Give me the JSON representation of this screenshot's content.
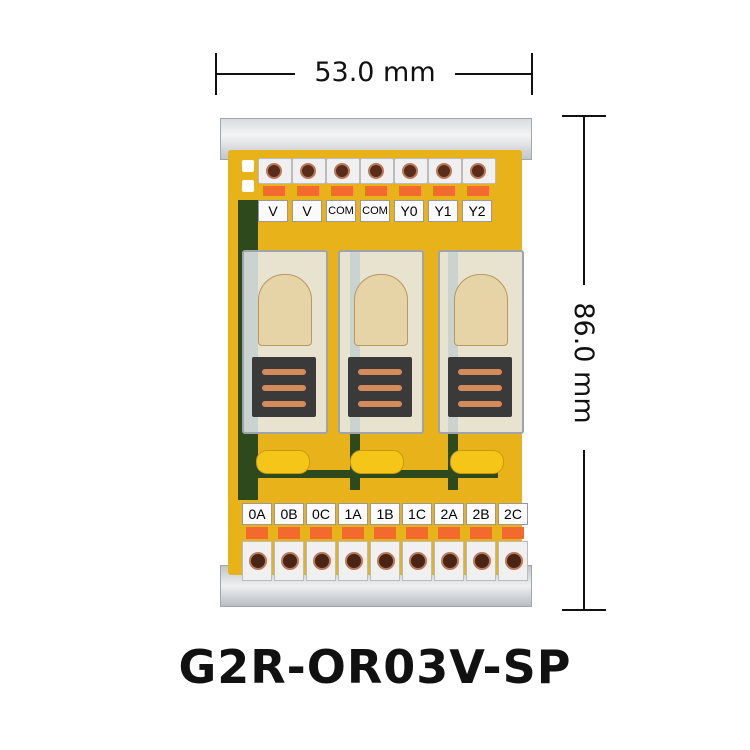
{
  "dimensions": {
    "width_label": "53.0 mm",
    "height_label": "86.0 mm"
  },
  "model": "G2R-OR03V-SP",
  "top_terminals": [
    "V",
    "V",
    "COM",
    "COM",
    "Y0",
    "Y1",
    "Y2"
  ],
  "bottom_terminals": [
    "0A",
    "0B",
    "0C",
    "1A",
    "1B",
    "1C",
    "2A",
    "2B",
    "2C"
  ],
  "relay_count": 3,
  "colors": {
    "pcb": "#e8b21a",
    "terminal_orange": "#f26a2e",
    "fuse": "#f5c518"
  }
}
